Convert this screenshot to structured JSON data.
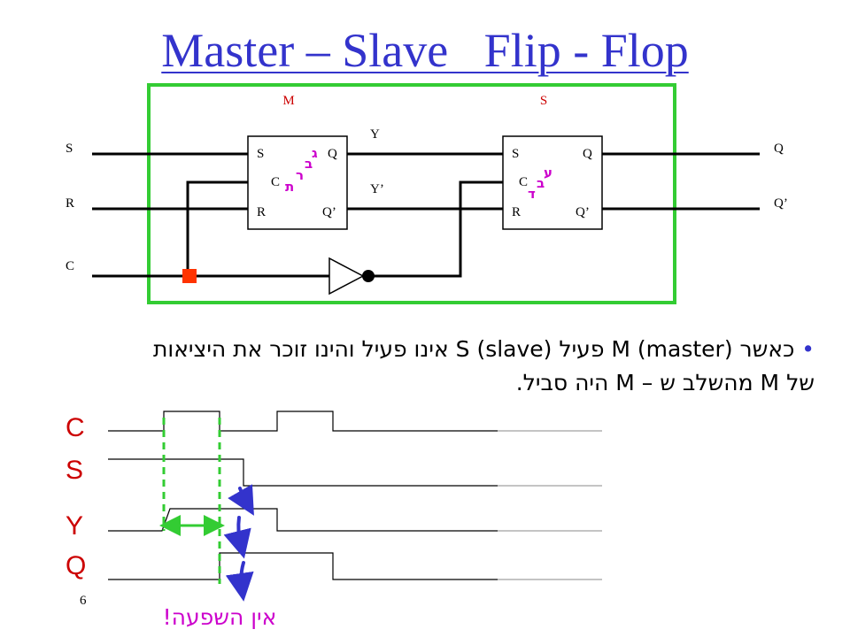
{
  "title": "Master – Slave   Flip - Flop",
  "circuit": {
    "master_label": "M",
    "slave_label": "S",
    "inputs": {
      "s": "S",
      "r": "R",
      "c": "C"
    },
    "outputs": {
      "q": "Q",
      "q_bar": "Q’"
    },
    "mid_signals": {
      "y": "Y",
      "y_bar": "Y’"
    },
    "master_block": {
      "s": "S",
      "q": "Q",
      "c": "C",
      "r": "R",
      "q_bar": "Q’",
      "hebrew": [
        "ג",
        "ב",
        "ר",
        "ת"
      ]
    },
    "slave_block": {
      "s": "S",
      "q": "Q",
      "c": "C",
      "r": "R",
      "q_bar": "Q’",
      "hebrew": [
        "ע",
        "ב",
        "ד"
      ]
    },
    "colors": {
      "frame": "#33cc33",
      "wire": "#000000",
      "marker": "#ff3300",
      "hebrew_letters": "#cc00cc"
    }
  },
  "bullet": {
    "line1": "כאשר M (master)  פעיל S (slave) אינו פעיל והינו זוכר את היציאות",
    "line2": "של M מהשלב ש – M היה סביל."
  },
  "timing": {
    "signals": [
      "C",
      "S",
      "Y",
      "Q"
    ],
    "note": "אין השפעה!",
    "colors": {
      "guides": "#33cc33",
      "arrows": "#3333cc",
      "labels": "#cc0000"
    }
  },
  "page_number": "6"
}
